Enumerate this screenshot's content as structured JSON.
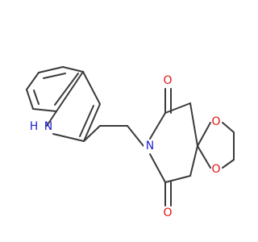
{
  "diagram": {
    "kind": "chemical-structure",
    "colors": {
      "bond": "#3a3a3a",
      "nitrogen": "#1f1fd6",
      "oxygen": "#e01515",
      "background": "#ffffff"
    },
    "atom_labels": {
      "nh": "H N",
      "nh_h": "H",
      "nh_n": "N",
      "n_imide": "N",
      "o_carbonyl_top": "O",
      "o_carbonyl_bottom": "O",
      "o_ketal_top": "O",
      "o_ketal_bottom": "O"
    }
  }
}
